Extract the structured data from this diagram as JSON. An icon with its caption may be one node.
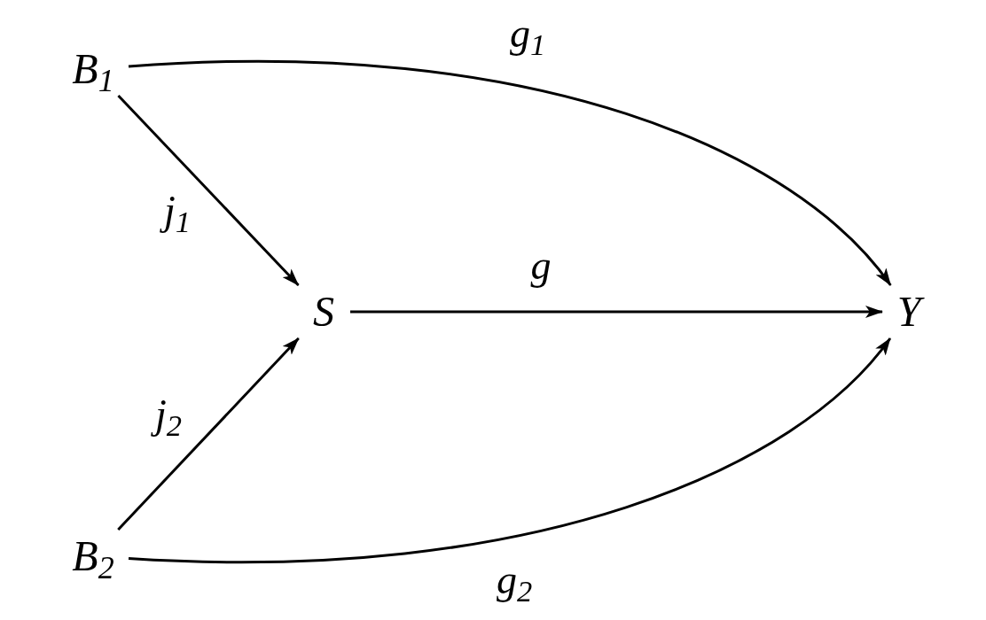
{
  "diagram": {
    "nodes": [
      {
        "text": [
          "B$_{1}$"
        ]
      },
      {
        "text": [
          "S"
        ]
      },
      {
        "text": [
          "Y"
        ]
      },
      {
        "text": [
          "B$_{2}$"
        ]
      }
    ],
    "edges": [
      {
        "from": 0,
        "to": 2,
        "arrow": "to",
        "label": "g$_{1}$"
      },
      {
        "from": 0,
        "to": 1,
        "arrow": "to",
        "label": "j$_{1}$"
      },
      {
        "from": 1,
        "to": 2,
        "arrow": "to",
        "label": "g"
      },
      {
        "from": 3,
        "to": 1,
        "arrow": "to",
        "label": "j$_{2}$"
      },
      {
        "from": 3,
        "to": 2,
        "arrow": "to",
        "label": "g$_{2}$"
      }
    ]
  }
}
